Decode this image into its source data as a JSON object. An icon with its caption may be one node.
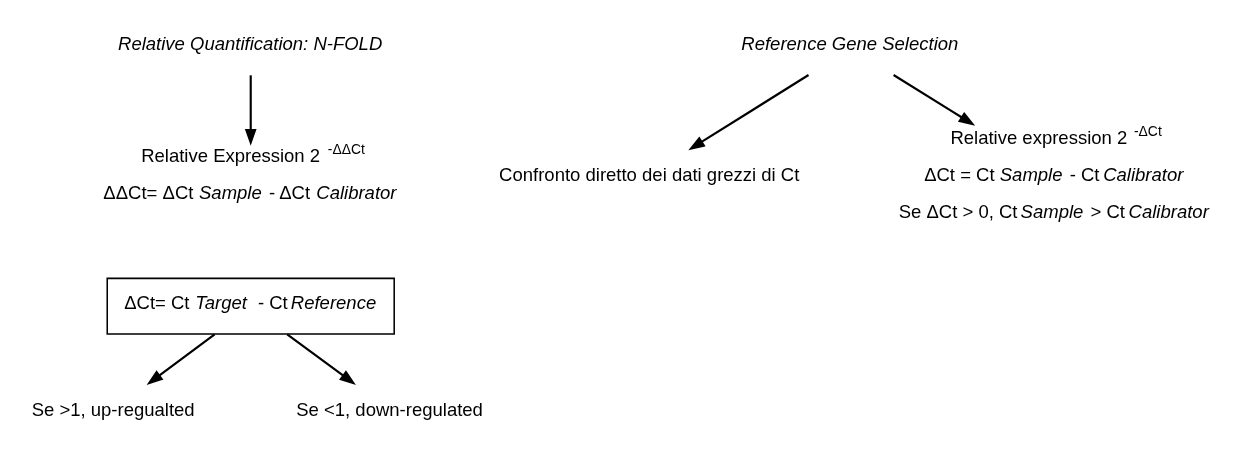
{
  "diagram": {
    "nodes": [
      {
        "text": [
          "Relative Quantification: N-FOLD"
        ]
      },
      {
        "text": [
          "Relative Expression 2 $^{-ΔΔCt}$",
          "ΔΔCt= ΔCt *Sample* - ΔCt *Calibrator*"
        ]
      },
      {
        "text": [
          "ΔCt= Ct *Target*  - Ct *Reference*"
        ]
      },
      {
        "text": [
          "Se >1, up-regualted"
        ]
      },
      {
        "text": [
          "Se <1, down-regulated"
        ]
      },
      {
        "text": [
          "Reference Gene Selection"
        ]
      },
      {
        "text": [
          "Confronto diretto dei dati grezzi di Ct"
        ]
      },
      {
        "text": [
          "Relative expression 2 $^{-ΔCt}$",
          "ΔCt = Ct *Sample* - Ct *Calibrator*",
          "Se ΔCt > 0, Ct *Sample* > Ct *Calibrator*"
        ]
      }
    ],
    "edges": [
      {
        "from": 0,
        "to": 1,
        "arrow": "to"
      },
      {
        "from": 2,
        "to": 3,
        "arrow": "to"
      },
      {
        "from": 2,
        "to": 4,
        "arrow": "to"
      },
      {
        "from": 5,
        "to": 6,
        "arrow": "to"
      },
      {
        "from": 5,
        "to": 7,
        "arrow": "to"
      }
    ]
  }
}
